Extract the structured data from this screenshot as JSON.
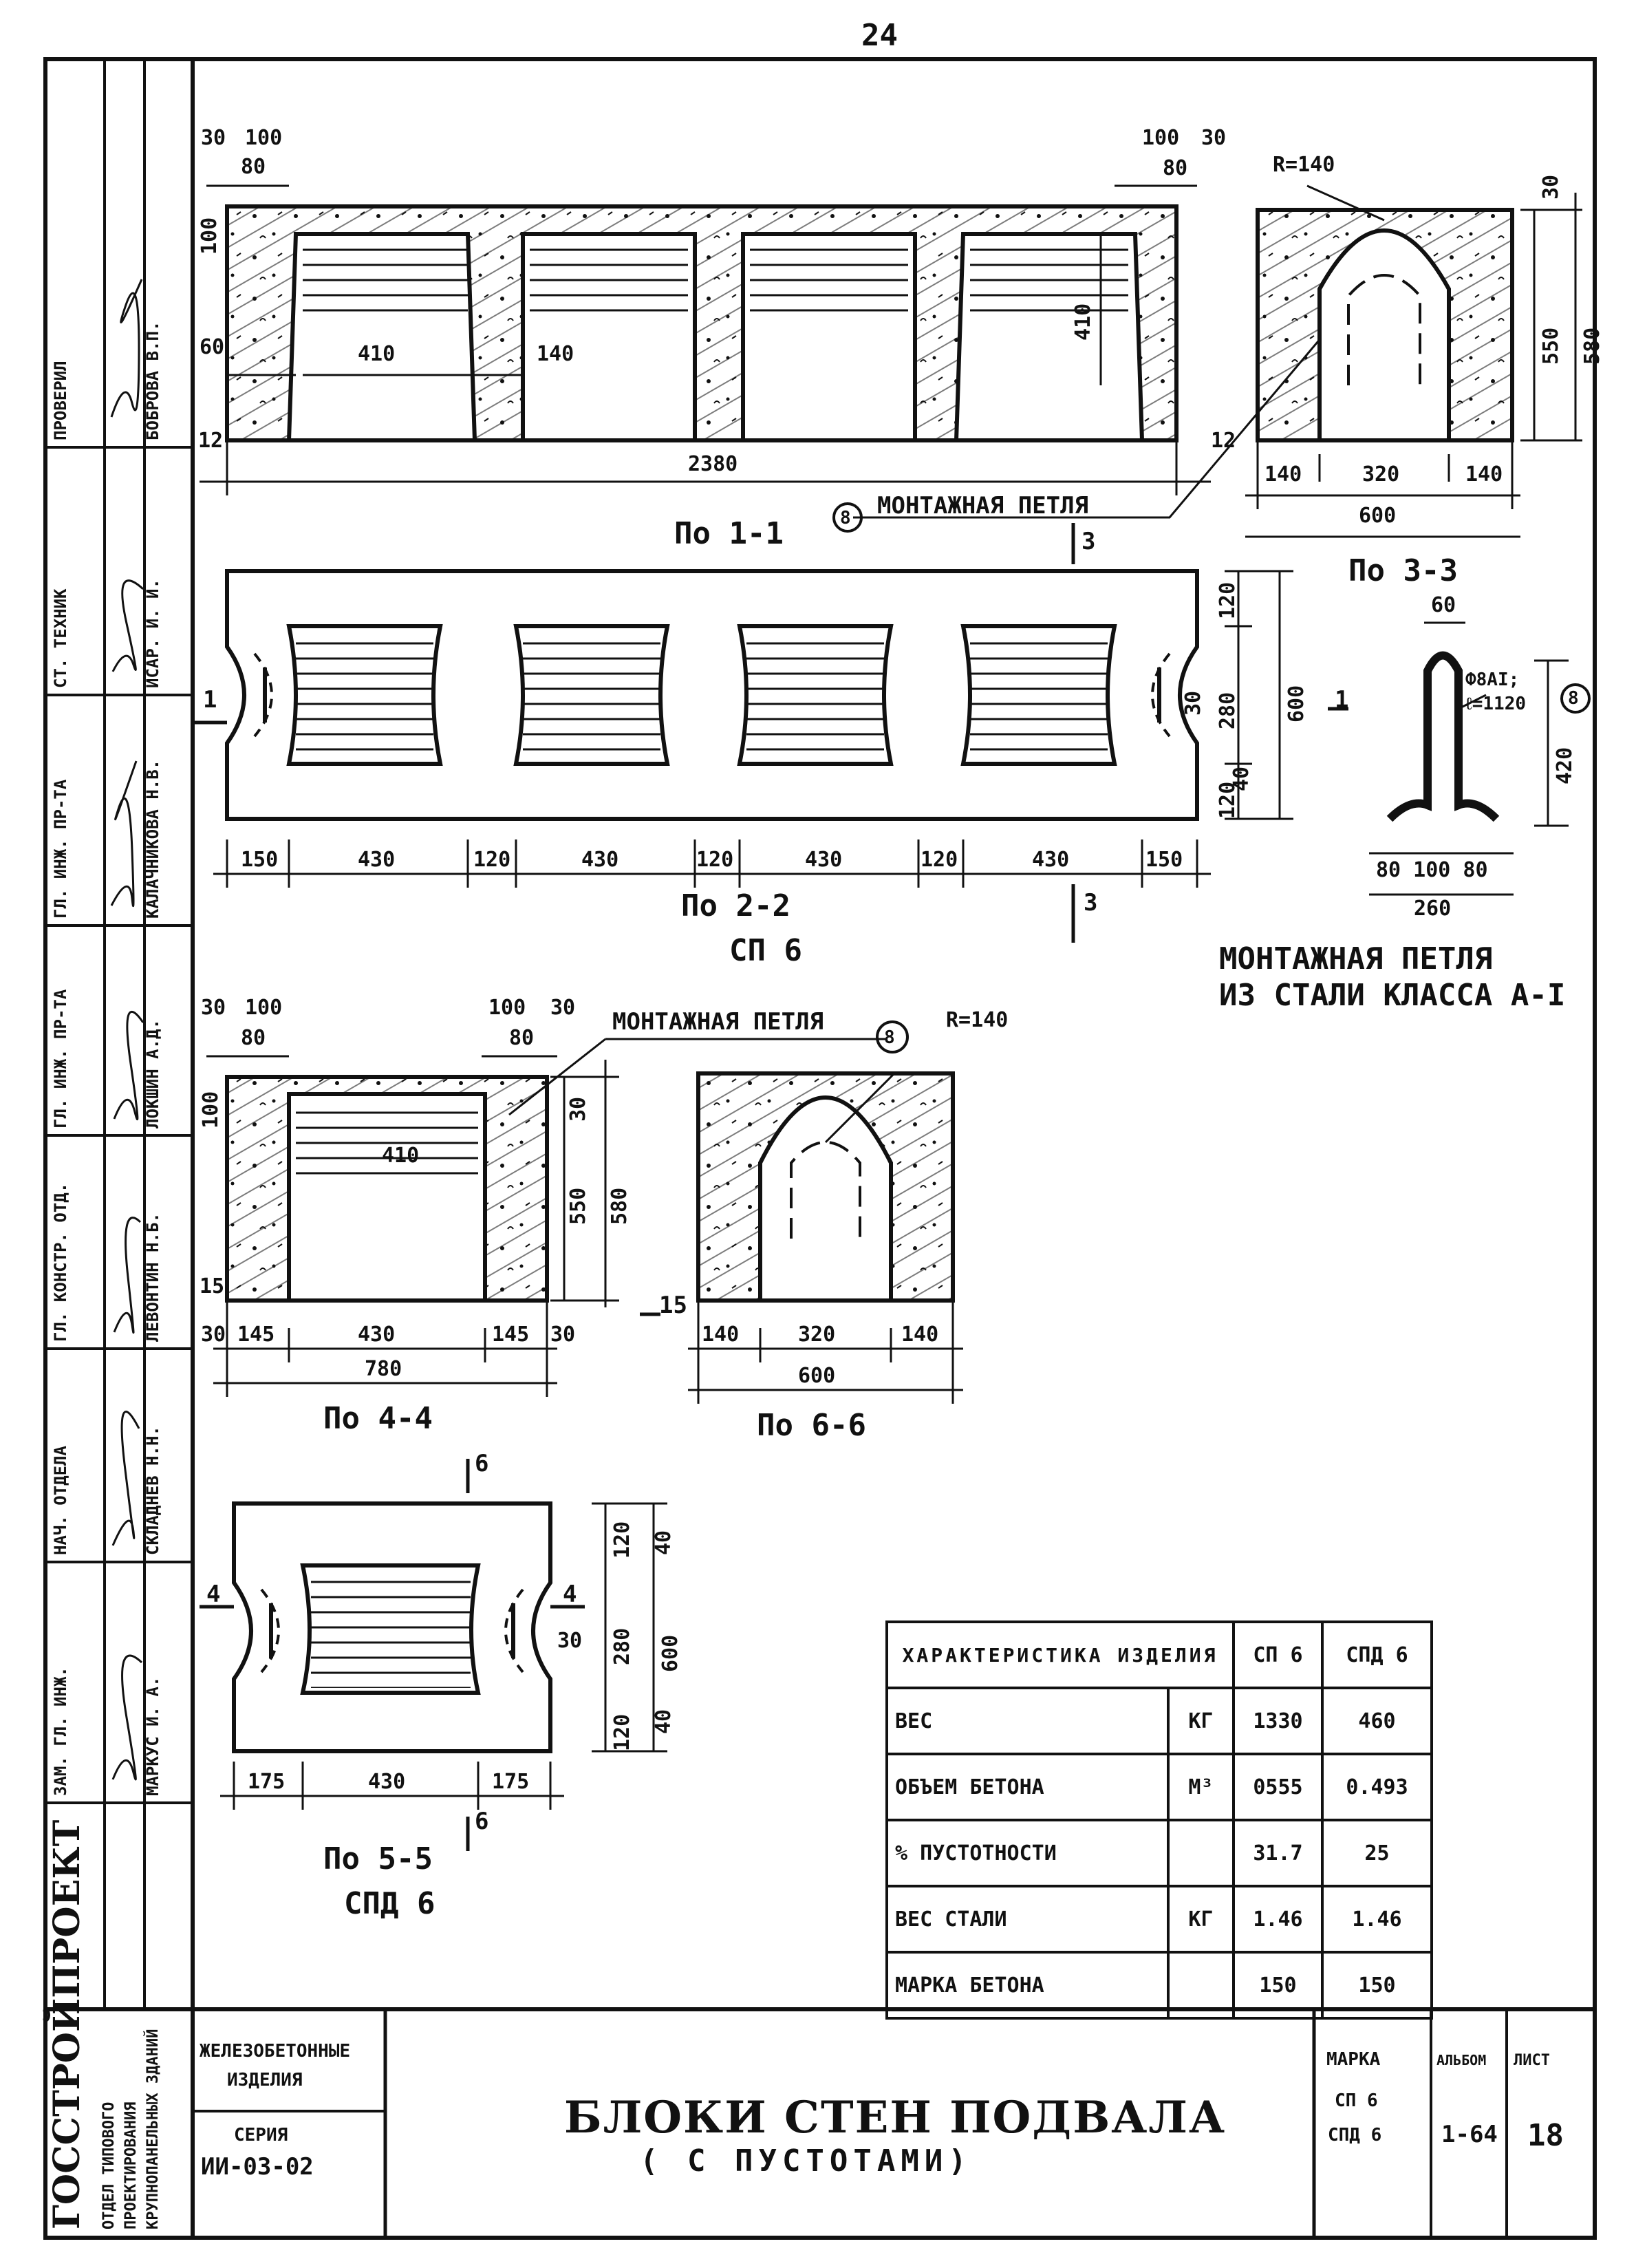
{
  "sheet": {
    "page_number": "24",
    "stamp": {
      "roles": [
        "ПРОВЕРИЛ",
        "СТ. ТЕХНИК",
        "ГЛ. ИНЖ. ПР-ТА",
        "ГЛ. ИНЖ. ПР-ТА",
        "ГЛ. КОНСТР. ОТД.",
        "НАЧ. ОТДЕЛА",
        "ЗАМ. ГЛ. ИНЖ."
      ],
      "names": [
        "БОБРОВА В.П.",
        "ИСАР. И. И.",
        "КАЛАЧНИКОВА Н.В.",
        "ЛОКШИН А.Д.",
        "ЛЕВОНТИН Н.Б.",
        "СКЛАДНЕВ Н.Н.",
        "МАРКУС И. А."
      ],
      "org": "ГОССТРОЙПРОЕКТ",
      "org_sub": [
        "ОТДЕЛ ТИПОВОГО",
        "ПРОЕКТИРОВАНИЯ",
        "КРУПНОПАНЕЛЬНЫХ ЗДАНИЙ"
      ]
    },
    "titleblock": {
      "category": [
        "ЖЕЛЕЗОБЕТОННЫЕ",
        "ИЗДЕЛИЯ"
      ],
      "series_label": "СЕРИЯ",
      "series": "ИИ-03-02",
      "title": "БЛОКИ СТЕН ПОДВАЛА",
      "subtitle": "( С ПУСТОТАМИ)",
      "marka_label": "МАРКА",
      "marka_values": [
        "СП 6",
        "СПД 6"
      ],
      "album_label": "АЛЬБОМ",
      "album": "1-64",
      "list_label": "ЛИСТ",
      "list": "18"
    }
  },
  "drawings": {
    "sec11": {
      "caption": "По 1-1",
      "dims": {
        "d30": "30",
        "d100": "100",
        "d80": "80",
        "d100r": "100",
        "d30r": "30",
        "d80r": "80",
        "h100": "100",
        "h60": "60",
        "h12": "12",
        "h12r": "12",
        "w410": "410",
        "w140": "140",
        "h410": "410",
        "total": "2380"
      },
      "loop_label": "МОНТАЖНАЯ ПЕТЛЯ",
      "loop_ref": "8",
      "cut3": "3"
    },
    "sec33": {
      "caption": "По 3-3",
      "radius": "R=140",
      "dims": {
        "h30": "30",
        "h550": "550",
        "h580": "580",
        "w140a": "140",
        "w320": "320",
        "w140b": "140",
        "total": "600"
      }
    },
    "plan22": {
      "caption": "По 2-2",
      "mark": "СП 6",
      "cut1": "1",
      "cut3": "3",
      "dims": [
        "150",
        "430",
        "120",
        "430",
        "120",
        "430",
        "120",
        "430",
        "150"
      ],
      "vdims": {
        "h120a": "120",
        "h280": "280",
        "h600": "600",
        "h40": "40",
        "h120b": "120",
        "h30": "30"
      }
    },
    "loop": {
      "caption": [
        "МОНТАЖНАЯ ПЕТЛЯ",
        "ИЗ СТАЛИ КЛАССА A-I"
      ],
      "dims": {
        "w60": "60",
        "h420": "420",
        "bot": "80 100 80",
        "total": "260"
      },
      "spec": [
        "Ф8AI;",
        "ℓ=1120"
      ],
      "ref": "8",
      "cut1": "1"
    },
    "sec44": {
      "caption": "По 4-4",
      "loop_label": "МОНТАЖНАЯ ПЕТЛЯ",
      "loop_ref": "8",
      "dims": {
        "d30": "30",
        "d100": "100",
        "d80": "80",
        "d100r": "100",
        "d30r": "30",
        "d80r": "80",
        "h100": "100",
        "w410": "410",
        "h30": "30",
        "h550": "550",
        "h580": "580",
        "h15": "15",
        "h15r": "15",
        "b30a": "30",
        "b145a": "145",
        "b430": "430",
        "b145b": "145",
        "b30b": "30",
        "total": "780"
      }
    },
    "sec66": {
      "caption": "По 6-6",
      "radius": "R=140",
      "dims": {
        "w140a": "140",
        "w320": "320",
        "w140b": "140",
        "total": "600"
      }
    },
    "plan55": {
      "caption": [
        "По 5-5",
        "СПД 6"
      ],
      "cut6": "6",
      "cut4": "4",
      "dims": [
        "175",
        "430",
        "175"
      ],
      "vdims": {
        "h120a": "120",
        "h280": "280",
        "h600": "600",
        "h40": "40",
        "h40b": "40",
        "h120b": "120",
        "h30": "30"
      }
    }
  },
  "spec_table": {
    "header": [
      "ХАРАКТЕРИСТИКА ИЗДЕЛИЯ",
      "СП 6",
      "СПД 6"
    ],
    "rows": [
      {
        "name": "ВЕС",
        "unit": "КГ",
        "sp6": "1330",
        "spd6": "460"
      },
      {
        "name": "ОБЪЕМ БЕТОНА",
        "unit": "М³",
        "sp6": "0555",
        "spd6": "0.493"
      },
      {
        "name": "% ПУСТОТНОСТИ",
        "unit": "",
        "sp6": "31.7",
        "spd6": "25"
      },
      {
        "name": "ВЕС СТАЛИ",
        "unit": "КГ",
        "sp6": "1.46",
        "spd6": "1.46"
      },
      {
        "name": "МАРКА БЕТОНА",
        "unit": "",
        "sp6": "150",
        "spd6": "150"
      }
    ]
  }
}
